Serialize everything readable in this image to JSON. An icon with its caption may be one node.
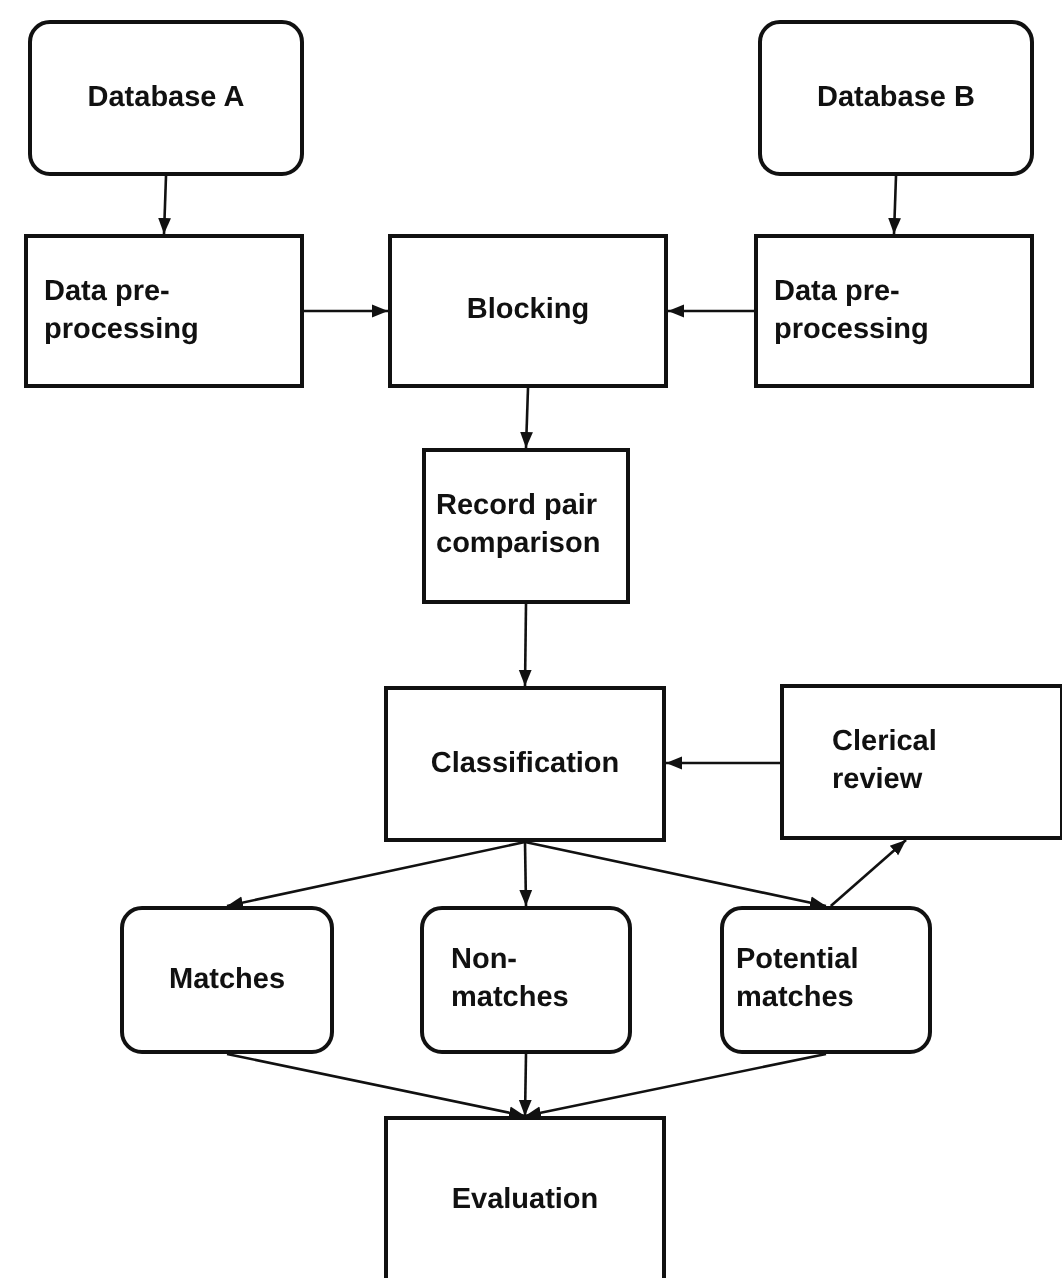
{
  "diagram": {
    "nodes": [
      {
        "text": [
          "Database A"
        ]
      },
      {
        "text": [
          "Database B"
        ]
      },
      {
        "text": [
          "Data pre-processing"
        ]
      },
      {
        "text": [
          "Blocking"
        ]
      },
      {
        "text": [
          "Data pre-processing"
        ]
      },
      {
        "text": [
          "Record pair comparison"
        ]
      },
      {
        "text": [
          "Classification"
        ]
      },
      {
        "text": [
          "Clerical review"
        ]
      },
      {
        "text": [
          "Matches"
        ]
      },
      {
        "text": [
          "Non-matches"
        ]
      },
      {
        "text": [
          "Potential matches"
        ]
      },
      {
        "text": [
          "Evaluation"
        ]
      }
    ],
    "edges": [
      {
        "from": 0,
        "to": 2,
        "arrow": "to"
      },
      {
        "from": 1,
        "to": 4,
        "arrow": "to"
      },
      {
        "from": 2,
        "to": 3,
        "arrow": "to"
      },
      {
        "from": 4,
        "to": 3,
        "arrow": "to"
      },
      {
        "from": 3,
        "to": 5,
        "arrow": "to"
      },
      {
        "from": 5,
        "to": 6,
        "arrow": "to"
      },
      {
        "from": 7,
        "to": 6,
        "arrow": "to"
      },
      {
        "from": 6,
        "to": 8,
        "arrow": "to"
      },
      {
        "from": 6,
        "to": 9,
        "arrow": "to"
      },
      {
        "from": 6,
        "to": 10,
        "arrow": "to"
      },
      {
        "from": 10,
        "to": 7,
        "arrow": "to"
      },
      {
        "from": 8,
        "to": 11,
        "arrow": "to"
      },
      {
        "from": 9,
        "to": 11,
        "arrow": "to"
      },
      {
        "from": 10,
        "to": 11,
        "arrow": "to"
      }
    ]
  }
}
